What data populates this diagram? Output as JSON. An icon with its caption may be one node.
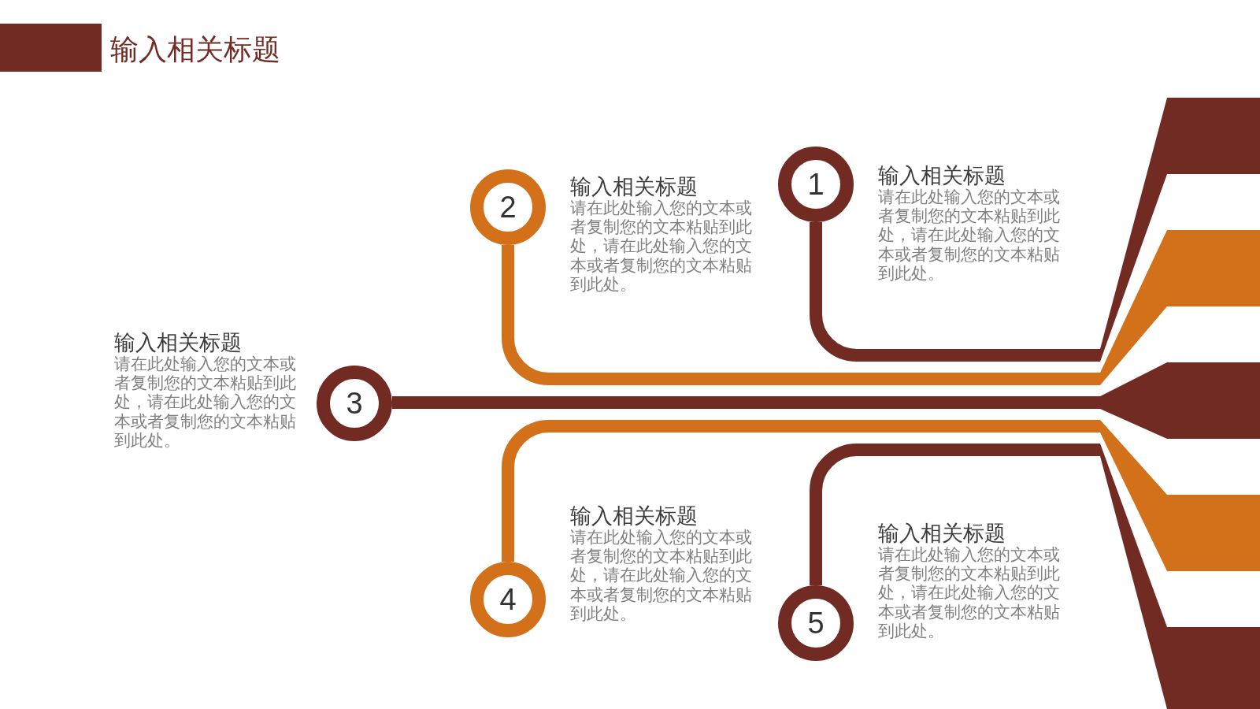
{
  "diagram": {
    "title": "输入相关标题",
    "nodes": [
      {
        "text": [],
        "shape": "box"
      },
      {
        "text": [
          "1"
        ],
        "beside": [
          "输入相关标题",
          "请在此处输入您的文本或者复制您的文本粘贴到此处，请在此处输入您的文本或者复制您的文本粘贴到此处。"
        ]
      },
      {
        "text": [
          "2"
        ],
        "beside": [
          "输入相关标题",
          "请在此处输入您的文本或者复制您的文本粘贴到此处，请在此处输入您的文本或者复制您的文本粘贴到此处。"
        ]
      },
      {
        "text": [
          "3"
        ],
        "beside": [
          "输入相关标题",
          "请在此处输入您的文本或者复制您的文本粘贴到此处，请在此处输入您的文本或者复制您的文本粘贴到此处。"
        ]
      },
      {
        "text": [
          "4"
        ],
        "beside": [
          "输入相关标题",
          "请在此处输入您的文本或者复制您的文本粘贴到此处，请在此处输入您的文本或者复制您的文本粘贴到此处。"
        ]
      },
      {
        "text": [
          "5"
        ],
        "beside": [
          "输入相关标题",
          "请在此处输入您的文本或者复制您的文本粘贴到此处，请在此处输入您的文本或者复制您的文本粘贴到此处。"
        ]
      },
      {
        "text": [],
        "shape": "bar"
      },
      {
        "text": [],
        "shape": "bar"
      },
      {
        "text": [],
        "shape": "bar"
      },
      {
        "text": [],
        "shape": "bar"
      },
      {
        "text": [],
        "shape": "bar"
      }
    ],
    "edges": [
      {
        "from": 1,
        "to": 6,
        "arrow": "none"
      },
      {
        "from": 2,
        "to": 7,
        "arrow": "none",
        "color": "#d2711a"
      },
      {
        "from": 3,
        "to": 8,
        "arrow": "none"
      },
      {
        "from": 4,
        "to": 9,
        "arrow": "none",
        "color": "#d2711a"
      },
      {
        "from": 5,
        "to": 10,
        "arrow": "none"
      }
    ]
  }
}
